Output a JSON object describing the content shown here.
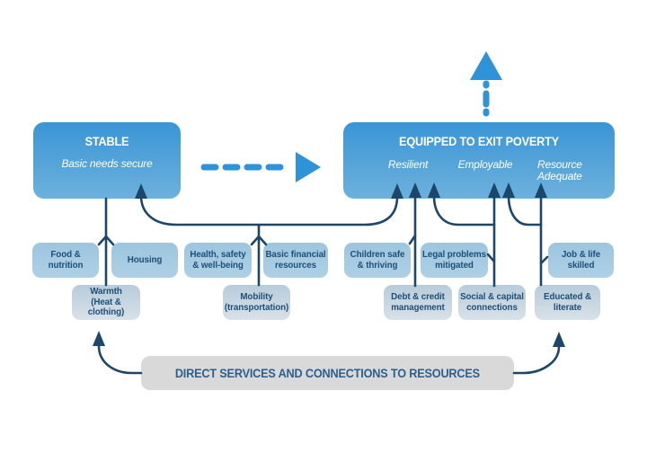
{
  "colors": {
    "bright_blue": "#2e93d8",
    "big_box_top": "#3a95d5",
    "big_box_bottom": "#6db1dc",
    "need_box_top": "#9dc5de",
    "need_box_bottom": "#aed0e5",
    "need_gray_top": "#b7ccda",
    "need_gray_bottom": "#d8e1e8",
    "navy_line": "#1d4769",
    "navy_text": "#1d4f77",
    "services_box_bg": "#d9d9d9",
    "services_text": "#2b5f8e"
  },
  "icons": {
    "up_arrow": "dashed-up-arrow",
    "transition_arrow": "dashed-right-arrow"
  },
  "stable_box": {
    "title": "STABLE",
    "subtitle": "Basic needs secure"
  },
  "equipped_box": {
    "title": "EQUIPPED TO EXIT POVERTY",
    "sublabels": [
      {
        "label": "Resilient"
      },
      {
        "label": "Employable"
      },
      {
        "label": "Resource\nAdequate"
      }
    ]
  },
  "needs": {
    "row1": [
      {
        "label": "Food &\nnutrition"
      },
      {
        "label": "Housing"
      },
      {
        "label": "Health, safety\n& well-being"
      },
      {
        "label": "Basic financial\nresources"
      },
      {
        "label": "Children safe\n& thriving"
      },
      {
        "label": "Legal problems\nmitigated"
      },
      {
        "label": "Job & life\nskilled"
      }
    ],
    "row2": [
      {
        "label": "Warmth\n(Heat & clothing)"
      },
      {
        "label": "Mobility\n(transportation)"
      },
      {
        "label": "Debt & credit\nmanagement"
      },
      {
        "label": "Social & capital\nconnections"
      },
      {
        "label": "Educated &\nliterate"
      }
    ]
  },
  "services_box": {
    "label": "DIRECT SERVICES AND CONNECTIONS TO RESOURCES"
  }
}
